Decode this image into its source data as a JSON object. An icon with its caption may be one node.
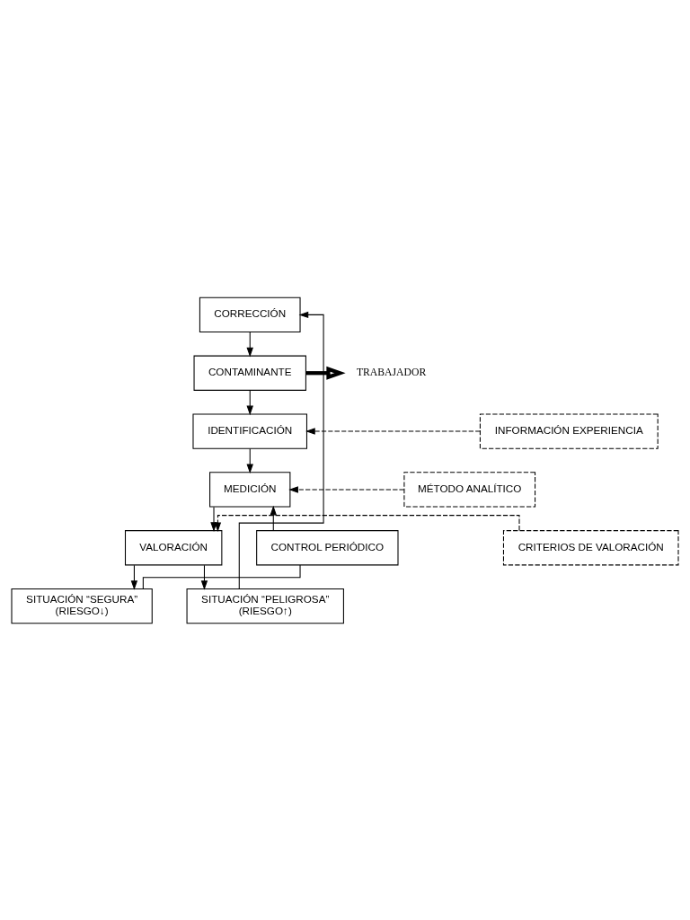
{
  "diagram": {
    "nodes": [
      {
        "text": [
          "CONTAMINANTE"
        ]
      },
      {
        "text": [
          "TRABAJADOR"
        ]
      },
      {
        "text": [
          "CORRECCIÓN"
        ]
      },
      {
        "text": [
          "IDENTIFICACIÓN"
        ]
      },
      {
        "text": [
          "INFORMACIÓN EXPERIENCIA"
        ]
      },
      {
        "text": [
          "MEDICIÓN"
        ]
      },
      {
        "text": [
          "MÉTODO ANALÍTICO"
        ]
      },
      {
        "text": [
          "CONTROL PERIÓDICO"
        ]
      },
      {
        "text": [
          "VALORACIÓN"
        ]
      },
      {
        "text": [
          "CRITERIOS DE VALORACIÓN"
        ]
      },
      {
        "text": [
          "SITUACIÓN “SEGURA”",
          "(RIESGO↓)"
        ]
      },
      {
        "text": [
          "SITUACIÓN “PELIGROSA”",
          "(RIESGO↑)"
        ]
      }
    ],
    "edges": [
      {
        "from": 2,
        "to": 0,
        "arrow": "to"
      },
      {
        "from": 0,
        "to": 1,
        "arrow": "to",
        "style": "thick"
      },
      {
        "from": 0,
        "to": 3,
        "arrow": "to"
      },
      {
        "from": 4,
        "to": 3,
        "arrow": "to",
        "style": "dashed"
      },
      {
        "from": 3,
        "to": 5,
        "arrow": "to"
      },
      {
        "from": 6,
        "to": 5,
        "arrow": "to",
        "style": "dashed"
      },
      {
        "from": 7,
        "to": 5,
        "arrow": "to"
      },
      {
        "from": 5,
        "to": 8,
        "arrow": "to"
      },
      {
        "from": 9,
        "to": 8,
        "arrow": "to",
        "style": "dashed"
      },
      {
        "from": 8,
        "to": 10,
        "arrow": "to"
      },
      {
        "from": 8,
        "to": 11,
        "arrow": "to"
      },
      {
        "from": 10,
        "to": 7,
        "arrow": "none"
      },
      {
        "from": 11,
        "to": 2,
        "arrow": "to"
      }
    ]
  }
}
